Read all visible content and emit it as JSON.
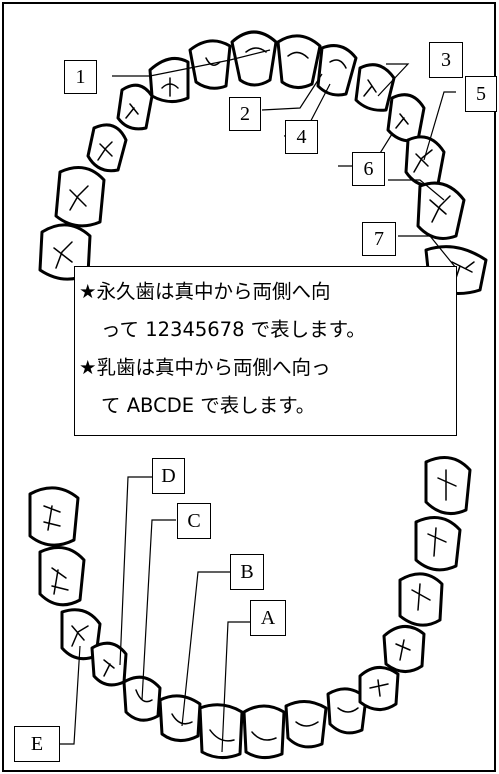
{
  "permanent_labels": [
    "1",
    "2",
    "3",
    "4",
    "5",
    "6",
    "7"
  ],
  "primary_labels": [
    "A",
    "B",
    "C",
    "D",
    "E"
  ],
  "note": {
    "line1": "★永久歯は真中から両側へ向",
    "line2": "って 12345678 で表します。",
    "line3": "★乳歯は真中から両側へ向っ",
    "line4": "て ABCDE で表します。"
  }
}
